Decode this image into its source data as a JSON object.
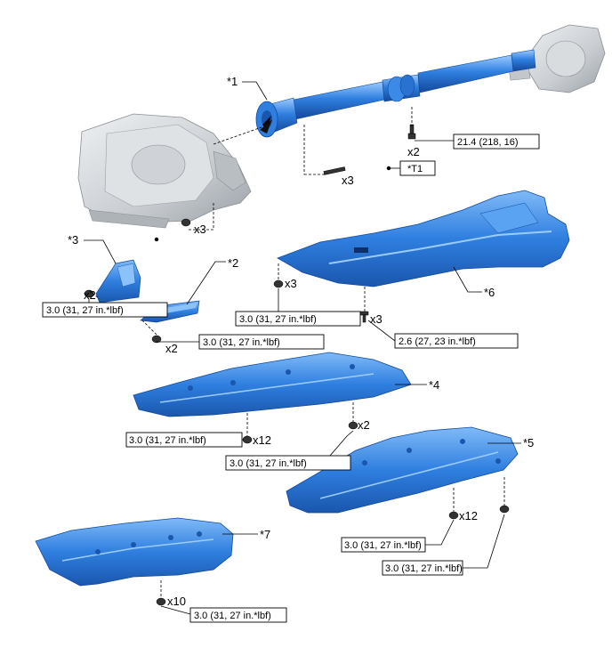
{
  "parts": {
    "p1": "*1",
    "p2": "*2",
    "p3": "*3",
    "p4": "*4",
    "p5": "*5",
    "p6": "*6",
    "p7": "*7"
  },
  "quantities": {
    "shaft_bolt": "x2",
    "shaft_pin": "x3",
    "trans_bolt": "x3",
    "bracket3_bolt": "x2",
    "bracket2_bolt": "x2",
    "shield_front_bolt": "x3",
    "shield_rear_bolt": "x3",
    "cover4_bolt": "x12",
    "cover4_side_bolt": "x2",
    "cover5_bolt": "x12",
    "cover7_bolt": "x10"
  },
  "torques": {
    "shaft": "21.4 (218, 16)",
    "bracket3": "3.0 (31, 27 in.*lbf)",
    "bracket2": "3.0 (31, 27 in.*lbf)",
    "shield_front": "3.0 (31, 27 in.*lbf)",
    "shield_rear": "2.6 (27, 23 in.*lbf)",
    "cover4": "3.0 (31, 27 in.*lbf)",
    "cover4_side": "3.0 (31, 27 in.*lbf)",
    "cover5_a": "3.0 (31, 27 in.*lbf)",
    "cover5_b": "3.0 (31, 27 in.*lbf)",
    "cover7": "3.0 (31, 27 in.*lbf)"
  },
  "tool_ref": "*T1",
  "colors": {
    "part_blue": "#2f7fe0",
    "part_blue_dark": "#1b5bb5",
    "part_blue_light": "#6fb0f5",
    "transmission_gray": "#c9cdd2"
  }
}
